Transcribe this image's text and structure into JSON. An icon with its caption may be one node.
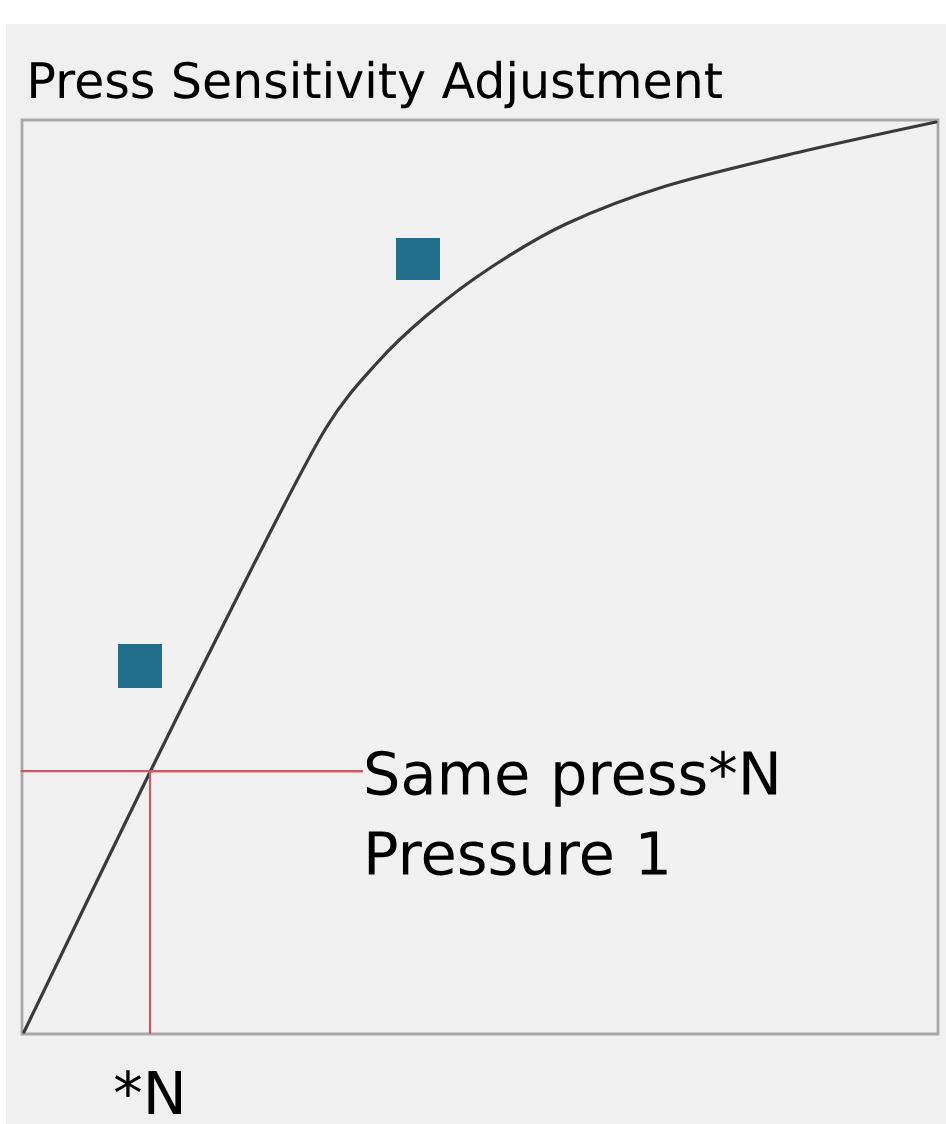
{
  "diagram": {
    "nodes": [
      {
        "text": [
          "Press Sensitivity Adjustment"
        ]
      },
      {
        "text": [
          "Same press*N Pressure 1"
        ],
        "in": 0
      },
      {
        "text": [
          "*N"
        ]
      }
    ],
    "edges": [
      {
        "from": 1,
        "to": 0,
        "arrow": "none"
      },
      {
        "from": 1,
        "to": 2,
        "arrow": "none"
      }
    ]
  }
}
